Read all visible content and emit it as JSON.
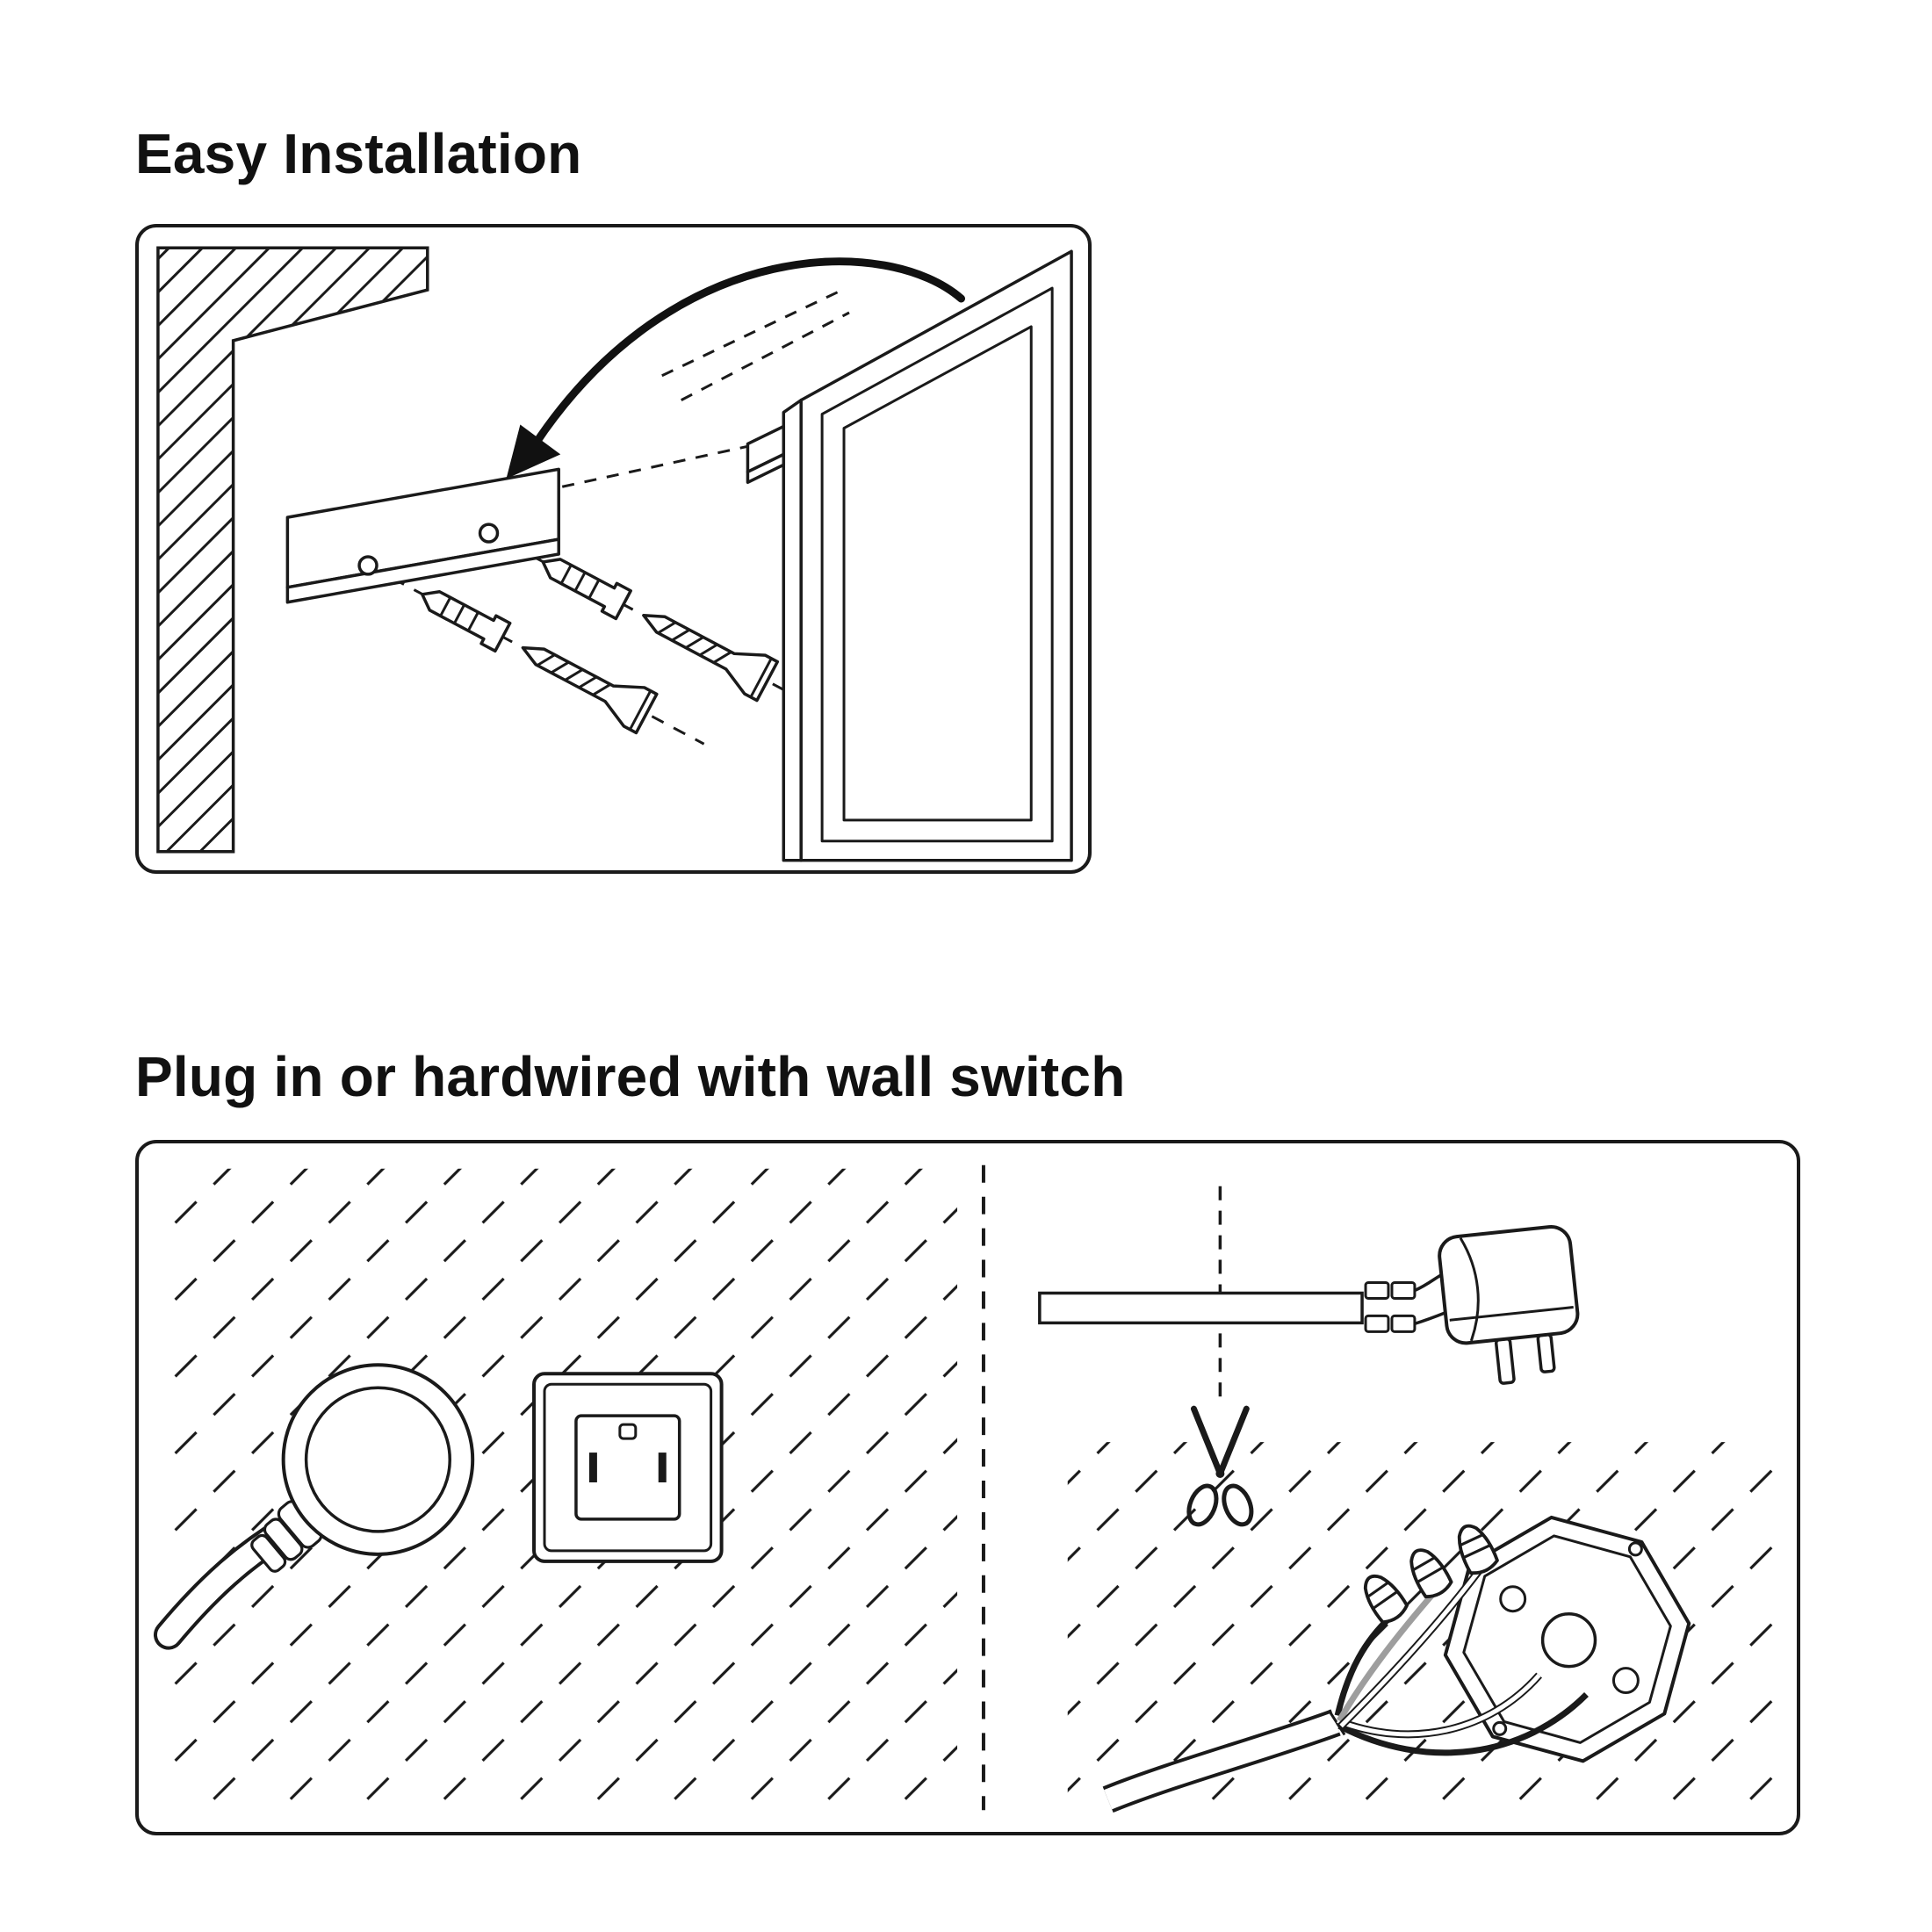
{
  "page": {
    "background": "#ffffff",
    "line_color": "#1a1a1a"
  },
  "sections": [
    {
      "id": "easy-installation",
      "title": "Easy Installation"
    },
    {
      "id": "plug-or-hardwire",
      "title": "Plug in or hardwired with wall switch"
    }
  ],
  "icons": {
    "arrow": "curved-arrow-icon",
    "scissors": "scissors-icon",
    "outlet": "wall-outlet-icon",
    "plug": "power-plug-icon",
    "junction_box": "junction-box-icon",
    "wire_nut": "wire-nut-icon"
  },
  "wire_colors": {
    "black": "#1a1a1a",
    "gray": "#9e9e9e",
    "white": "#ffffff"
  }
}
